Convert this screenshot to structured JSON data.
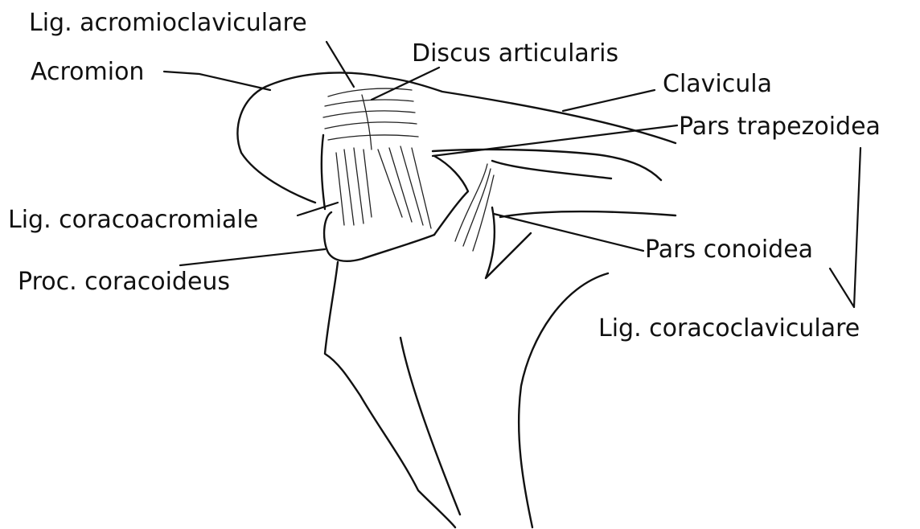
{
  "labels": {
    "lig_acromioclaviculare": "Lig. acromioclaviculare",
    "discus_articularis": "Discus articularis",
    "acromion": "Acromion",
    "clavicula": "Clavicula",
    "pars_trapezoidea": "Pars trapezoidea",
    "lig_coracoacromiale": "Lig. coracoacromiale",
    "proc_coracoideus": "Proc. coracoideus",
    "pars_conoidea": "Pars conoidea",
    "lig_coracoclaviculare": "Lig. coracoclaviculare"
  },
  "colors": {
    "ink": "#111111",
    "background": "#ffffff"
  }
}
